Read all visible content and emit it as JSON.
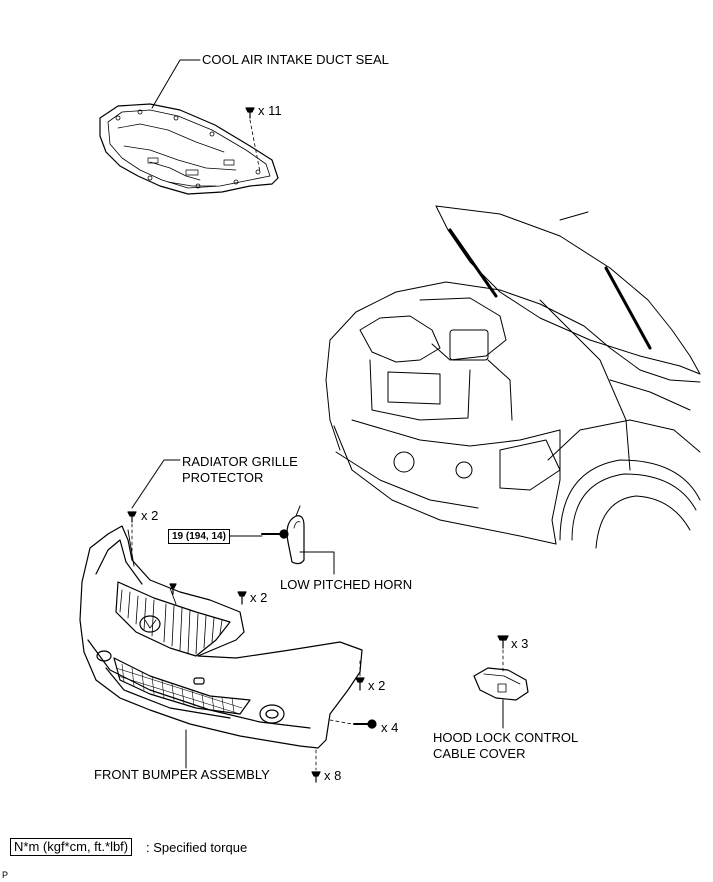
{
  "labels": {
    "cool_air_intake_duct_seal": "COOL AIR INTAKE DUCT SEAL",
    "radiator_grille_protector_line1": "RADIATOR GRILLE",
    "radiator_grille_protector_line2": "PROTECTOR",
    "low_pitched_horn": "LOW PITCHED HORN",
    "hood_lock_control_cable_cover_line1": "HOOD LOCK CONTROL",
    "hood_lock_control_cable_cover_line2": "CABLE COVER",
    "front_bumper_assembly": "FRONT BUMPER ASSEMBLY"
  },
  "quantities": {
    "duct_seal_clips": "x 11",
    "grille_protector_clips": "x 2",
    "bumper_upper_screws": "x 2",
    "bumper_side_screws": "x 2",
    "bumper_side_bolts": "x 4",
    "bumper_lower_clips": "x 8",
    "cable_cover_bolts": "x 3"
  },
  "torque": {
    "horn_bolt": "19 (194, 14)"
  },
  "legend": {
    "unit_box": "N*m (kgf*cm, ft.*lbf)",
    "description": ": Specified torque"
  },
  "corner_mark": "P"
}
